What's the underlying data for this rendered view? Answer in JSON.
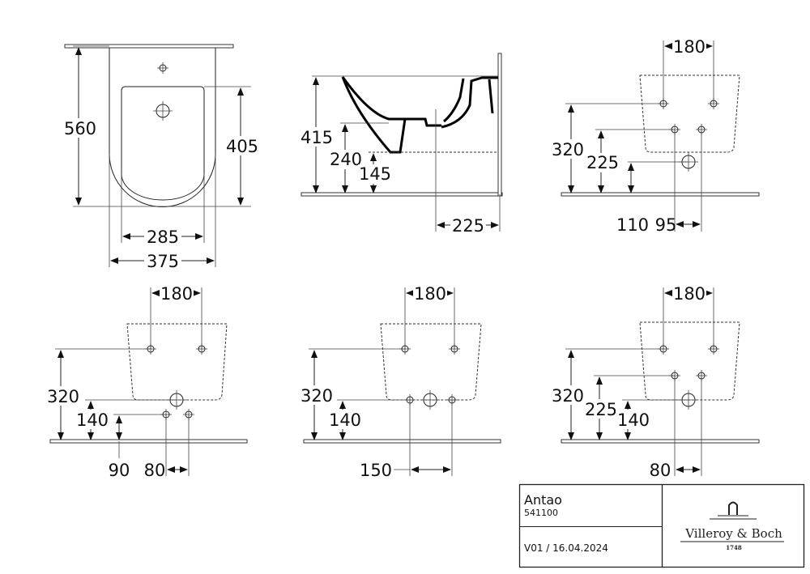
{
  "top_view": {
    "depth": "560",
    "bowl_depth": "405",
    "inner_width": "285",
    "outer_width": "375"
  },
  "side_view": {
    "height": "415",
    "mid_height": "240",
    "bottom_height": "145",
    "outlet_offset": "225"
  },
  "view_a": {
    "tap_spacing": "180",
    "tap_height": "320",
    "inlet_height": "225",
    "outlet_offset": "110",
    "inlet_spacing": "95"
  },
  "view_b": {
    "tap_spacing": "180",
    "tap_height": "320",
    "outlet_height": "140",
    "offset": "90",
    "inlet_spacing": "80"
  },
  "view_c": {
    "tap_spacing": "180",
    "tap_height": "320",
    "outlet_height": "140",
    "inlet_spacing": "150"
  },
  "view_d": {
    "tap_spacing": "180",
    "tap_height": "320",
    "inlet_height": "225",
    "outlet_height": "140",
    "inlet_spacing": "80"
  },
  "title_block": {
    "product_name": "Antao",
    "article_number": "541100",
    "version_date": "V01 / 16.04.2024",
    "brand": "Villeroy & Boch",
    "brand_year": "1748"
  }
}
